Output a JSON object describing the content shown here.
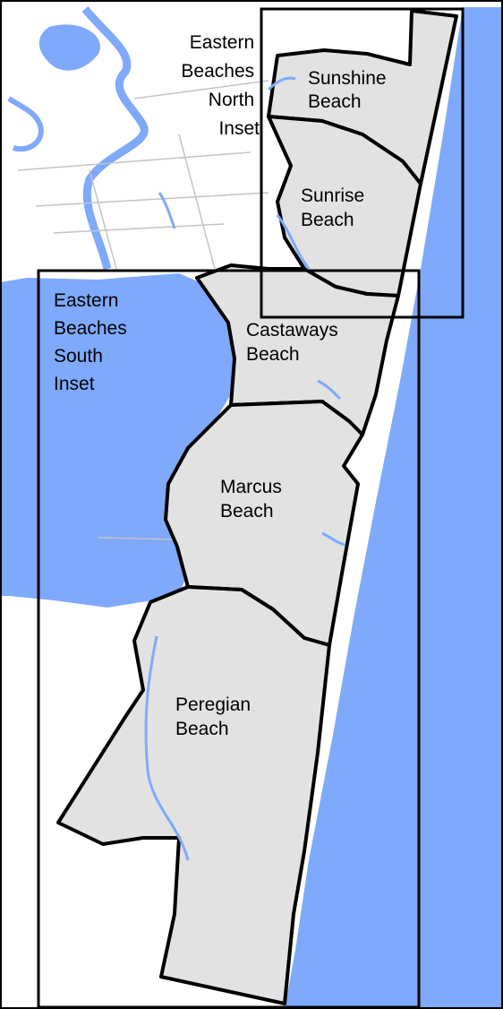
{
  "map": {
    "colors": {
      "ocean": "#7fa9fb",
      "land": "#ffffff",
      "suburb_fill": "#e2e2e2",
      "roads": "#c4c4c4",
      "border": "#000000"
    },
    "insets": {
      "north": [
        "Eastern",
        "Beaches",
        "North",
        "Inset"
      ],
      "south": [
        "Eastern",
        "Beaches",
        "South",
        "Inset"
      ]
    },
    "suburbs": {
      "sunshine": [
        "Sunshine",
        "Beach"
      ],
      "sunrise": [
        "Sunrise",
        "Beach"
      ],
      "castaways": [
        "Castaways",
        "Beach"
      ],
      "marcus": [
        "Marcus",
        "Beach"
      ],
      "peregian": [
        "Peregian",
        "Beach"
      ]
    }
  }
}
